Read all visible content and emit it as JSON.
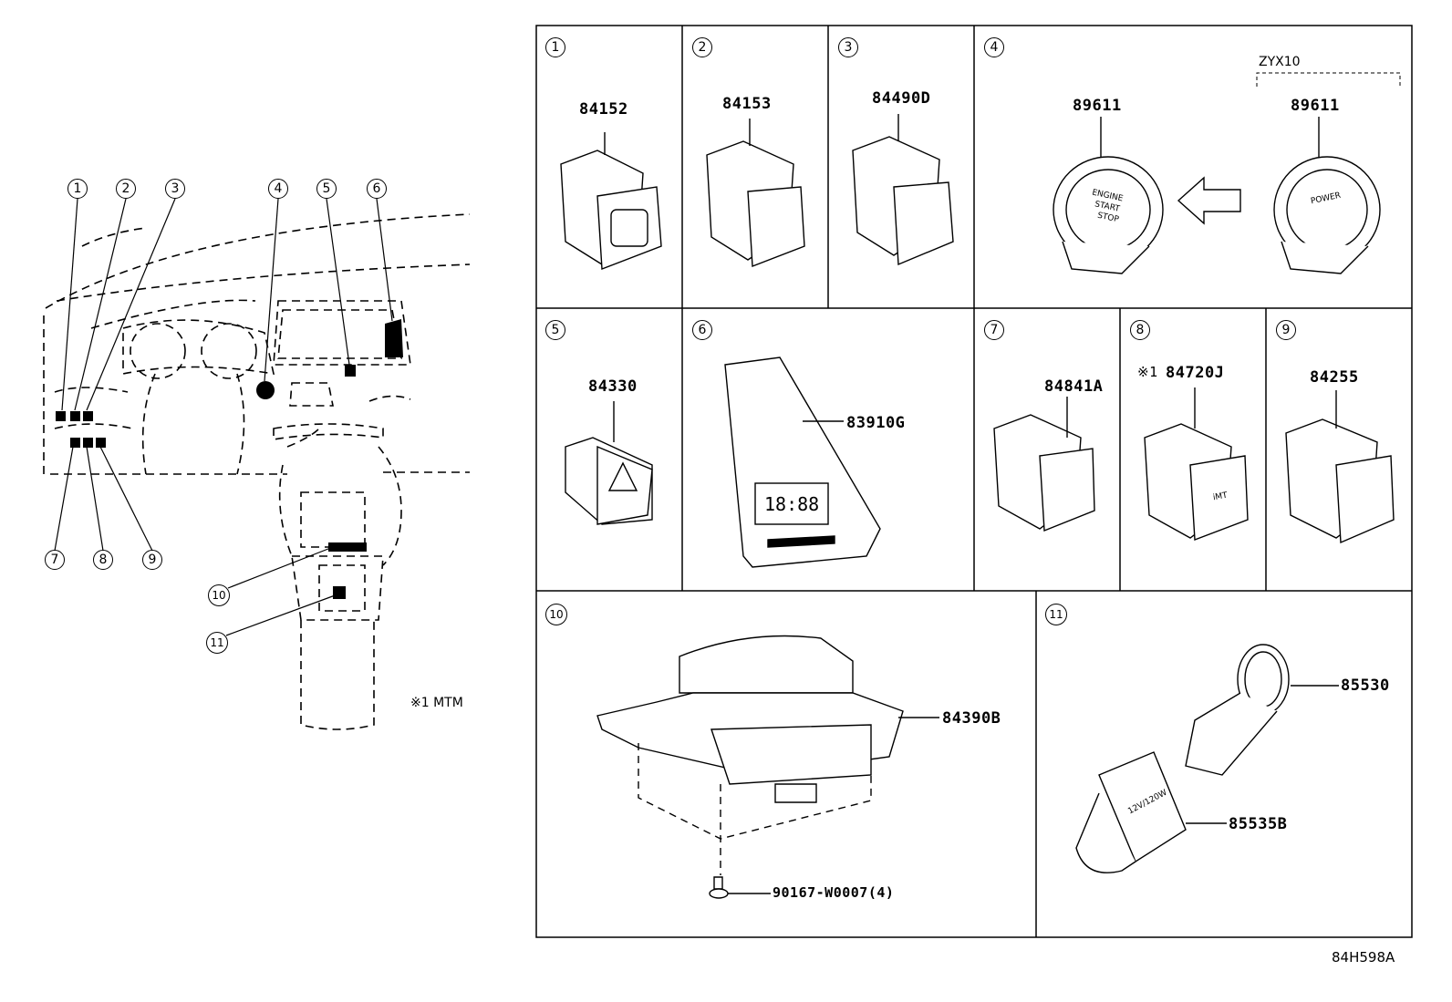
{
  "overview": {
    "callouts": [
      "1",
      "2",
      "3",
      "4",
      "5",
      "6",
      "7",
      "8",
      "9",
      "10",
      "11"
    ],
    "note": "※1 MTM"
  },
  "grid": {
    "cells": [
      {
        "index": "1",
        "part": "84152"
      },
      {
        "index": "2",
        "part": "84153"
      },
      {
        "index": "3",
        "part": "84490D"
      },
      {
        "index": "4",
        "part_left": "89611",
        "part_right": "89611",
        "variant": "ZYX10",
        "left_button_text": [
          "ENGINE",
          "START",
          "STOP"
        ],
        "right_button_text": "POWER"
      },
      {
        "index": "5",
        "part": "84330"
      },
      {
        "index": "6",
        "part": "83910G",
        "display": "18:88"
      },
      {
        "index": "7",
        "part": "84841A"
      },
      {
        "index": "8",
        "part": "84720J",
        "prefix": "※1",
        "button_text": "iMT"
      },
      {
        "index": "9",
        "part": "84255"
      },
      {
        "index": "10",
        "part": "84390B",
        "screw": "90167-W0007(4)"
      },
      {
        "index": "11",
        "part_a": "85530",
        "part_b": "85535B",
        "socket_text": "12V/120W"
      }
    ]
  },
  "figure_id": "84H598A",
  "colors": {
    "line": "#000000",
    "background": "#ffffff"
  }
}
